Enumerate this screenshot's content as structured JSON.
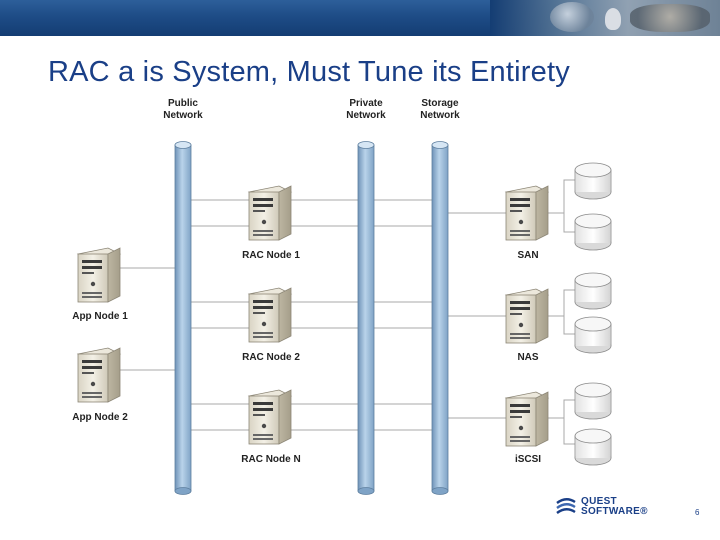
{
  "slide": {
    "title": "RAC a is System, Must Tune its Entirety",
    "page_number": "6"
  },
  "networks": {
    "public": {
      "line1": "Public",
      "line2": "Network"
    },
    "private": {
      "line1": "Private",
      "line2": "Network"
    },
    "storage": {
      "line1": "Storage",
      "line2": "Network"
    }
  },
  "nodes": {
    "rac1": "RAC Node 1",
    "rac2": "RAC Node 2",
    "racn": "RAC Node N",
    "app1": "App Node 1",
    "app2": "App Node 2",
    "san": "SAN",
    "nas": "NAS",
    "iscsi": "iSCSI"
  },
  "logo": {
    "line1": "QUEST",
    "line2": "SOFTWARE®"
  },
  "colors": {
    "title": "#1a3f87",
    "pipe": "#8fb4d6",
    "pipe_edge": "#5e7f9f",
    "connector": "#a8a8a8",
    "header_bar": "#1e4c86"
  }
}
